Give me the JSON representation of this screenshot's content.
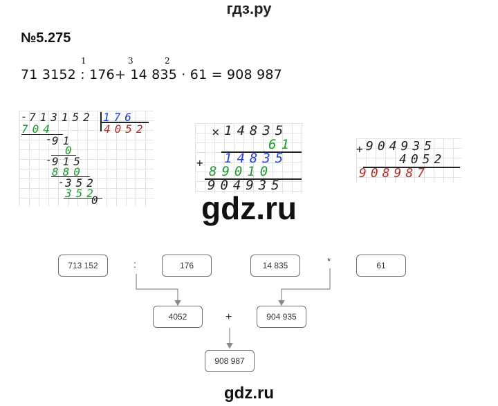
{
  "header": {
    "site": "гдз.ру"
  },
  "task": {
    "number": "№5.275"
  },
  "equation": {
    "n1": "71 3152",
    "op1": ":",
    "n2": "176",
    "op2": "+",
    "n3": "14 835",
    "op3": "·",
    "n4": "61",
    "eq": "=",
    "result": "908 987",
    "order": [
      "1",
      "3",
      "2"
    ]
  },
  "division": {
    "dividend": "713152",
    "divisor": "176",
    "quotient": "4052",
    "steps": [
      "704",
      "91",
      "0",
      "915",
      "880",
      "352",
      "352",
      "0"
    ],
    "minus": "-"
  },
  "multiplication": {
    "multiplicand": "14835",
    "multiplier": "61",
    "partial1": "14835",
    "partial2": "89010",
    "product": "904935",
    "times": "×",
    "plus": "+"
  },
  "addition": {
    "addend1": "904935",
    "addend2": "4052",
    "sum": "908987",
    "plus": "+"
  },
  "watermark": {
    "center": "gdz.ru",
    "bottom": "gdz.ru"
  },
  "flow": {
    "box_713152": "713 152",
    "op_div": ":",
    "box_176": "176",
    "box_14835": "14 835",
    "op_mul": "*",
    "box_61": "61",
    "box_4052": "4052",
    "op_add": "+",
    "box_904935": "904 935",
    "box_result": "908 987"
  },
  "colors": {
    "green": "#1d9a2e",
    "blue": "#1f3fd6",
    "red": "#b0302a",
    "ink": "#222222"
  }
}
